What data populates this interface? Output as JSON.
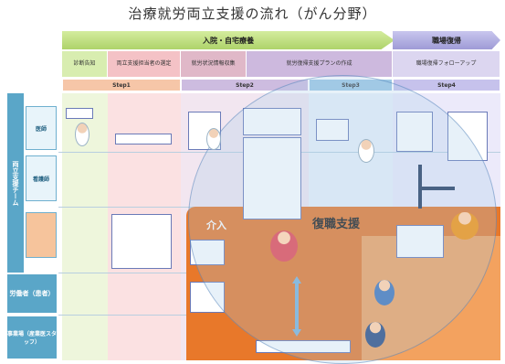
{
  "title": "治療就労両立支援の流れ（がん分野）",
  "phases": {
    "inpatient": "入院・自宅療養",
    "return": "職場復帰"
  },
  "subphases": [
    "診断告知",
    "両立支援担当者の選定",
    "就労状況情報収集",
    "就労復帰支援プランの作成",
    "職場復帰フォローアップ"
  ],
  "steps": [
    "Step1",
    "Step2",
    "Step3",
    "Step4"
  ],
  "row_headers": {
    "team": "両立支援チーム"
  },
  "roles": [
    "医師",
    "看護師",
    "",
    "労働者（患者）",
    "事業場（産業医スタッフ）"
  ],
  "labels": {
    "intervention": "介入",
    "reinstatement": "復職支援"
  },
  "colors": {
    "phase_bar": "#b9dc7a",
    "return_bar": "#a9a6dc",
    "orange": "#e8782a",
    "row_header": "#5aa6c8"
  },
  "icons": [
    "doctor-icon",
    "nurse-icon",
    "patient-icon",
    "worker-icon",
    "staff-icon",
    "double-arrow-icon"
  ]
}
